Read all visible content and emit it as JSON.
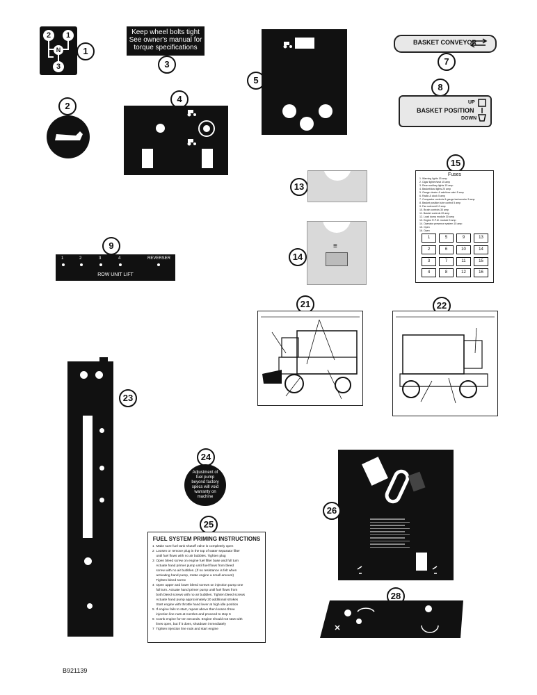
{
  "items": {
    "c1": "1",
    "c2": "2",
    "c3": "3",
    "c4": "4",
    "c5": "5",
    "c7": "7",
    "c8": "8",
    "c9": "9",
    "c13": "13",
    "c14": "14",
    "c15": "15",
    "c21": "21",
    "c22": "22",
    "c23": "23",
    "c24": "24",
    "c25": "25",
    "c26": "26",
    "c28": "28"
  },
  "decal1": {
    "pos1": "1",
    "pos2": "2",
    "pos3": "3",
    "neutral": "N"
  },
  "decal3": {
    "line1": "Keep wheel bolts tight",
    "line2": "See owner's manual for",
    "line3": "torque specifications"
  },
  "decal7": {
    "text": "BASKET CONVEYOR"
  },
  "decal8": {
    "title": "BASKET POSITION",
    "up": "UP",
    "down": "DOWN"
  },
  "decal9": {
    "switches": [
      "1",
      "2",
      "3",
      "4",
      "REVERSER"
    ],
    "caption": "ROW UNIT LIFT"
  },
  "decal14": {
    "symbol": "≡"
  },
  "decal15": {
    "title": "Fuses",
    "lines": [
      "1. Warning lights 15 amp",
      "2. Cigar lighter/seat 15 amp",
      "3. Rear auxiliary lights 15 amp",
      "4. Basket/dust lights 20 amp",
      "5. Gauge cluster & cab/door alert 5 amp",
      "6. Radio & clock 5 amp",
      "7. Compactor controls & gauge tachometer 5 amp",
      "8. Basket position tube control 5 amp",
      "9. Fan solenoid 10 amp",
      "10. Brush controls 30 amp",
      "11. Basket controls 20 amp",
      "12. Load dump module 30 amp",
      "13. Engine R.P.M. module 5 amp",
      "14. Operator presence system 15 amp",
      "15. Open",
      "16. Open"
    ],
    "fuse_numbers": [
      "1",
      "5",
      "9",
      "13",
      "2",
      "6",
      "10",
      "14",
      "3",
      "7",
      "11",
      "15",
      "4",
      "8",
      "12",
      "16"
    ]
  },
  "decal24": {
    "text": "Adjustment of fuel pump beyond factory specs will void warranty on machine"
  },
  "decal25": {
    "title": "FUEL SYSTEM PRIMING INSTRUCTIONS",
    "steps": [
      "1  Make sure fuel tank shutoff valve is completely open",
      "2  Loosen or remove plug in the top of water separator filter",
      "    until fuel flows with no air bubbles. Tighten plug",
      "3  Open bleed screw on engine fuel filter base and full turn",
      "    Actuate hand primer pump until fuel flows from bleed",
      "    screw with no air bubbles. (If no resistance is felt when",
      "    activating hand pump, rotate engine a small amount)",
      "    Tighten bleed screw",
      "4  Open upper and lower bleed screws on injection pump one",
      "    full turn. Actuate hand primer pump until fuel flows from",
      "    both bleed screws with no air bubbles. Tighten bleed screws",
      "    Actuate hand pump approximately 20 additional strokes",
      "    Start engine with throttle hand lever at high idle position",
      "5  If engine fails to start, repeat above then loosen three",
      "    injection line nuts at nozzles and proceed to step 6",
      "6  Crank engine for ten seconds. Engine should not start with",
      "    lines open, but if it does, shutdown immediately",
      "7  Tighten injection line nuts and start engine"
    ]
  },
  "figure_id": "B921139"
}
